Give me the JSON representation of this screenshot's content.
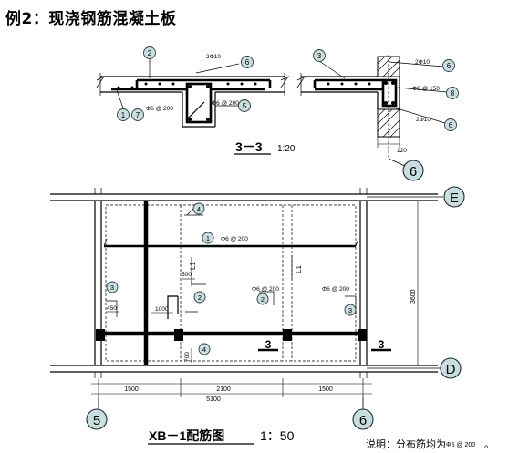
{
  "title": "例2：现浇钢筋混凝土板",
  "section": {
    "label": "3－3",
    "scale": "1:20",
    "left_detail": {
      "bar_2": "2",
      "bar_6": "6",
      "bar_1": "1",
      "bar_7": "7",
      "bar_5": "5",
      "top_bar_text": "2Φ10",
      "dist_text": "Φ6 @ 200",
      "stirrup_text": "Φ6 @ 200"
    },
    "right_detail": {
      "bar_3": "3",
      "bar_6a": "6",
      "bar_8": "8",
      "bar_6b": "6",
      "top_bar_text": "2Φ10",
      "stirrup_text": "Φ6 @ 150",
      "bottom_bar_text": "2Φ10",
      "width_dim": "120",
      "axis": "6"
    }
  },
  "plan": {
    "axis_top": "E",
    "axis_bottom": "D",
    "axis_left": "5",
    "axis_right": "6",
    "height_dim": "3600",
    "dims": {
      "left": "1500",
      "middle": "2100",
      "right": "1500",
      "total": "5100"
    },
    "labels": {
      "bar_4_top": "4",
      "bar_4_bottom": "4",
      "bar_1": "1",
      "bar_1_spec": "Φ6 @ 200",
      "bar_2_left": "2",
      "bar_2_mid": "2",
      "bar_2_spec": "Φ6 @ 200",
      "bar_3_left": "3",
      "bar_3_right": "3",
      "bar_3_spec": "Φ6 @ 200",
      "dim_450": "450",
      "dim_500": "500",
      "dim_1000": "1000",
      "dim_700": "700",
      "l1_a": "L1",
      "l1_b": "L1",
      "cut_left": "3",
      "cut_right": "3"
    },
    "caption_name": "XB－1配筋图",
    "caption_scale": "1：50",
    "note_prefix": "说明：分布筋均为",
    "note_spec": "Φ6 @ 200",
    "note_suffix": "。"
  }
}
